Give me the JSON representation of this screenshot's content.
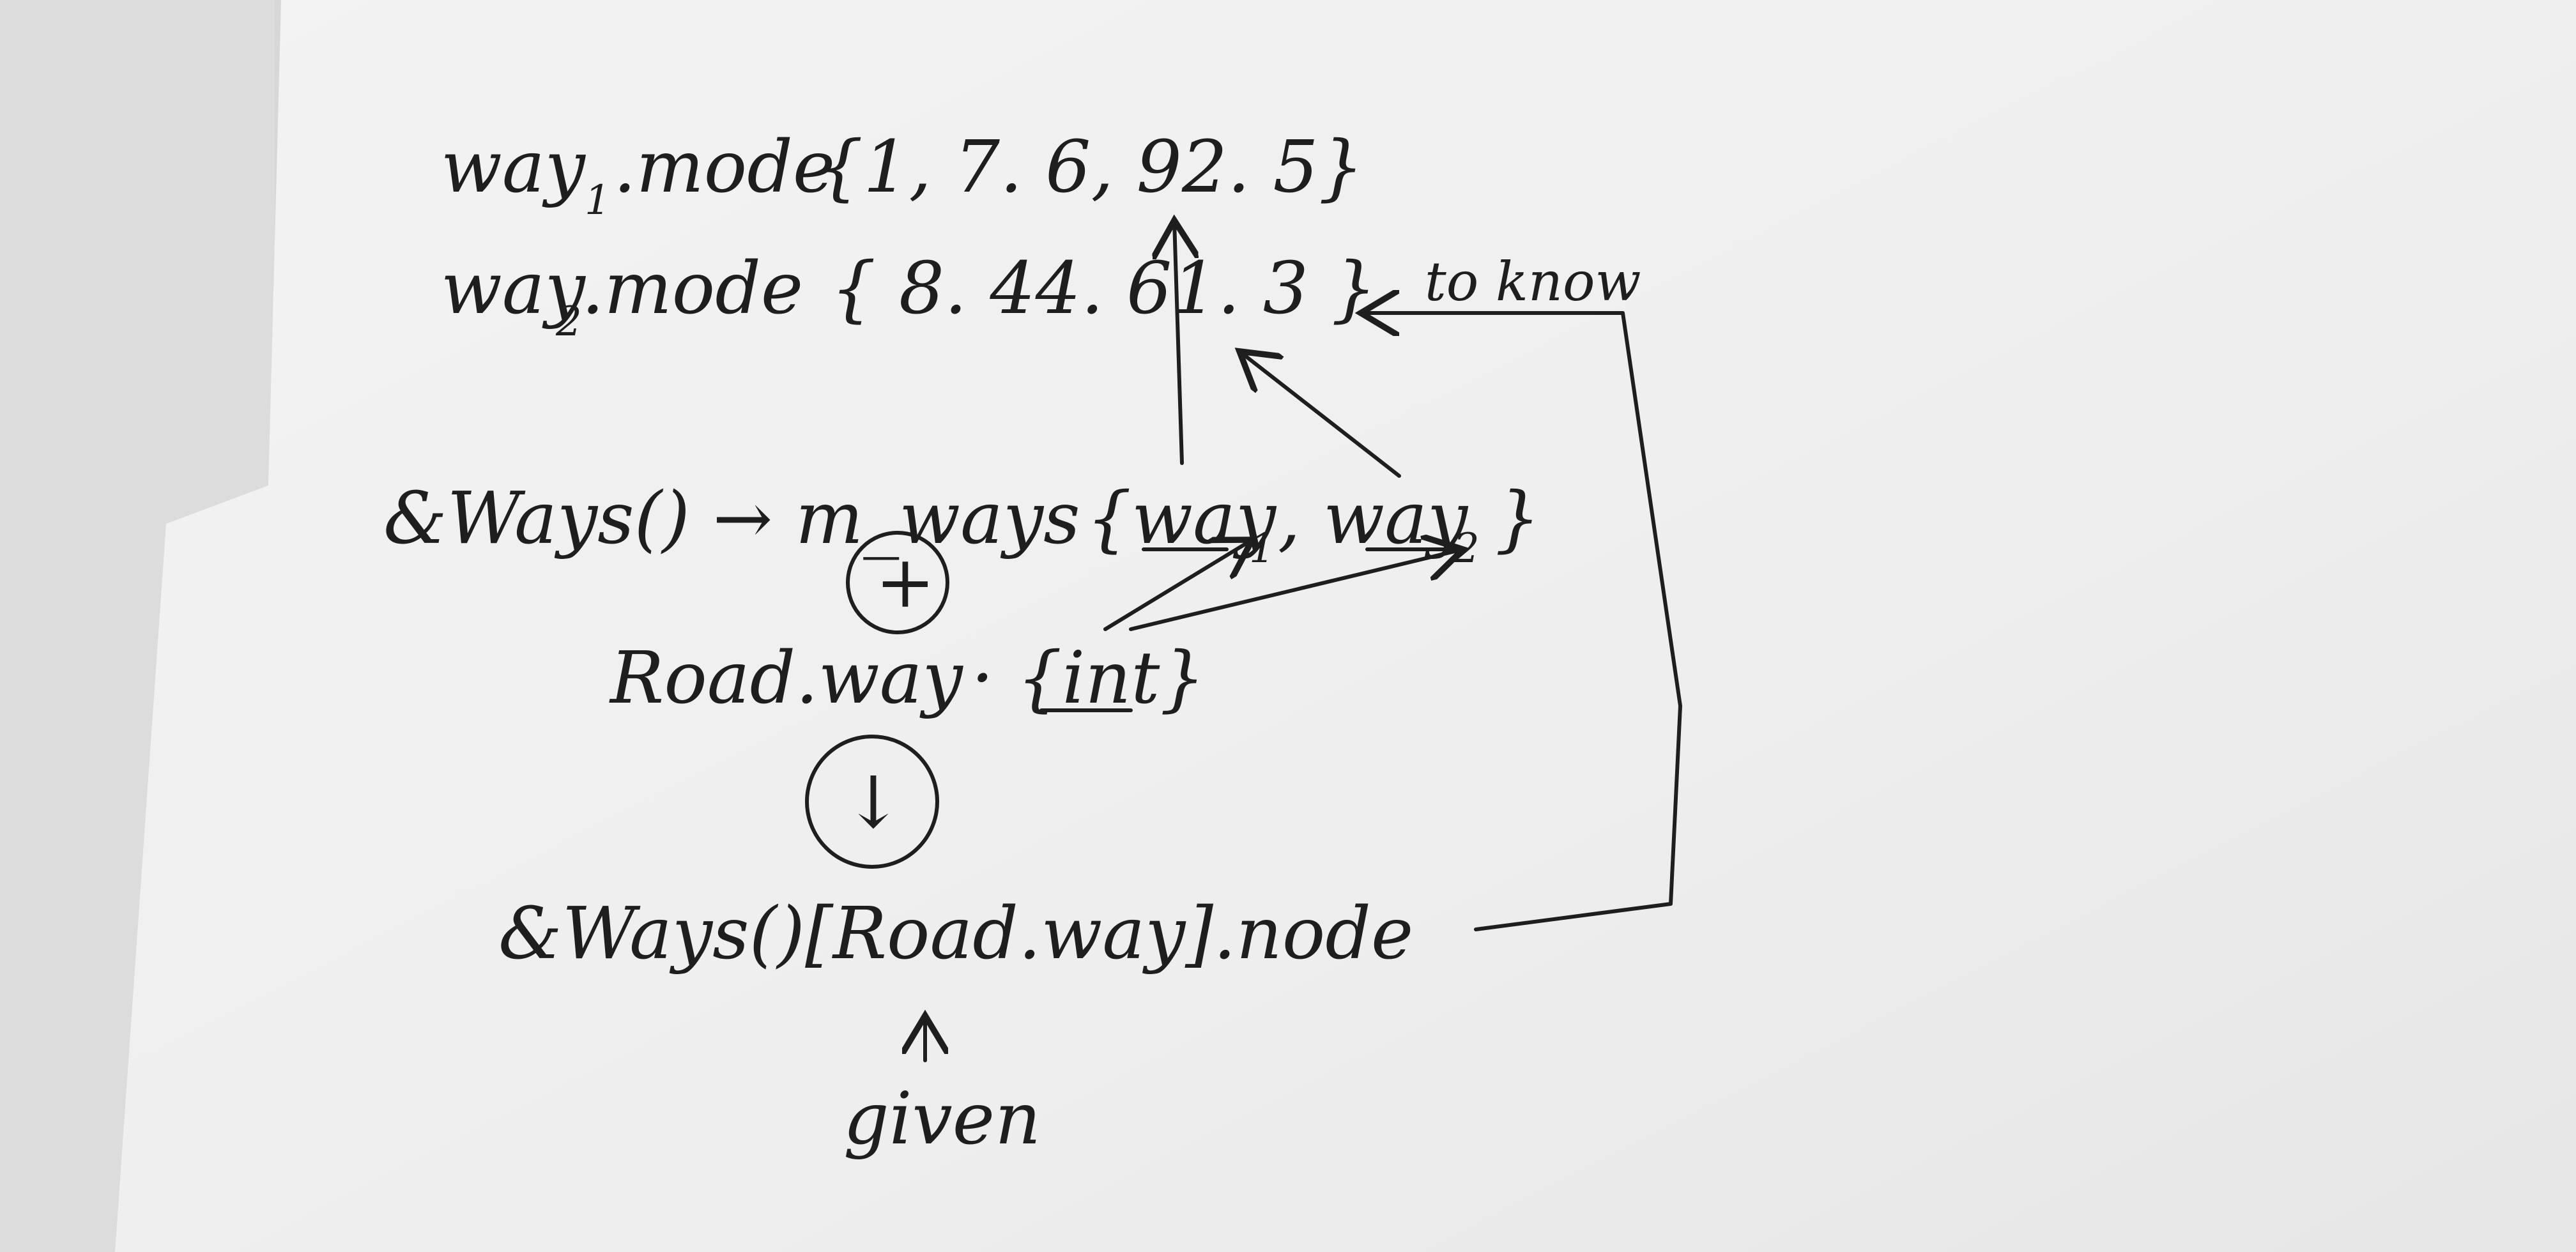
{
  "note": {
    "line1": {
      "prefix": "way",
      "sub": "1",
      "suffix": ".mode",
      "values": "{1, 7. 6, 92. 5}"
    },
    "line2": {
      "prefix": "way",
      "sub": "2",
      "suffix": ".mode",
      "values": "{ 8. 44. 61. 3 }"
    },
    "to_know": "to know",
    "line3": {
      "text": "&Ways() → m_ways",
      "set": "{way",
      "sub1": "1",
      "comma": ", way",
      "sub2": "2",
      "close": "}"
    },
    "plus_symbol": "+",
    "line4": {
      "text": "Road.way",
      "set": "· {int}"
    },
    "down_symbol": "↓",
    "line5": {
      "text": "&Ways()[Road.way].node"
    },
    "given": "given"
  },
  "colors": {
    "ink": "#1e1e1e",
    "paper": "#f1f1f1",
    "background": "#d9d9d9"
  }
}
